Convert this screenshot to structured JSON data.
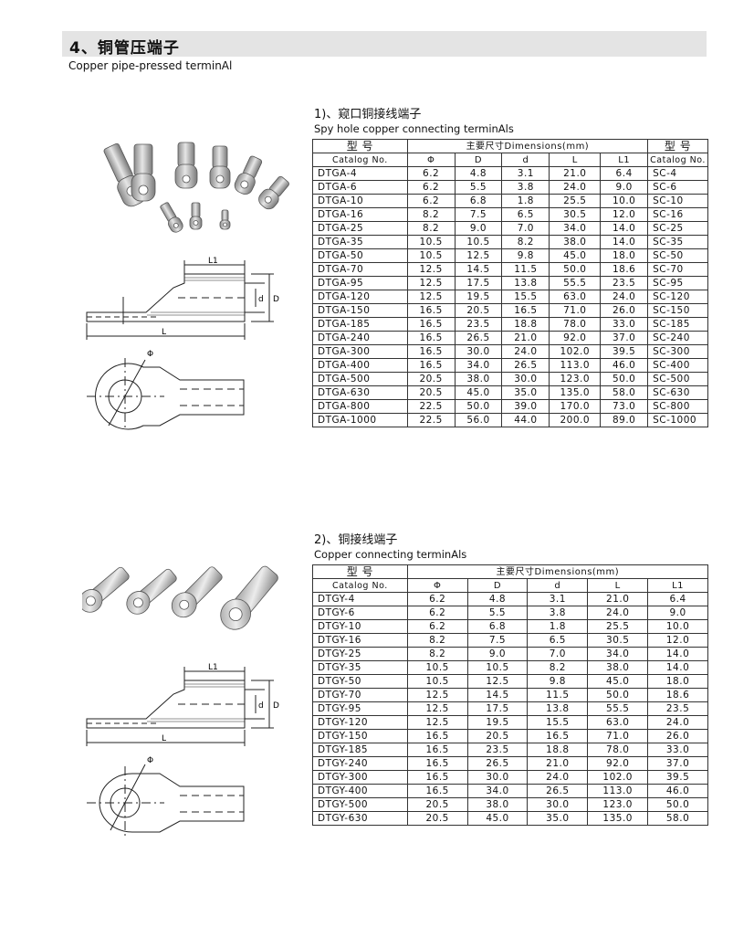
{
  "page": {
    "title": "4、铜管压端子",
    "subtitle": "Copper pipe-pressed terminAl"
  },
  "section1": {
    "title": "1)、窥口铜接线端子",
    "subtitle": "Spy hole copper connecting terminAls",
    "model_label": "型 号",
    "catalog_label": "Catalog No.",
    "dims_label": "主要尺寸Dimensions(mm)",
    "col_phi": "Φ",
    "col_D": "D",
    "col_d": "d",
    "col_L": "L",
    "col_L1": "L1",
    "rows": [
      [
        "DTGA-4",
        "6.2",
        "4.8",
        "3.1",
        "21.0",
        "6.4",
        "SC-4"
      ],
      [
        "DTGA-6",
        "6.2",
        "5.5",
        "3.8",
        "24.0",
        "9.0",
        "SC-6"
      ],
      [
        "DTGA-10",
        "6.2",
        "6.8",
        "1.8",
        "25.5",
        "10.0",
        "SC-10"
      ],
      [
        "DTGA-16",
        "8.2",
        "7.5",
        "6.5",
        "30.5",
        "12.0",
        "SC-16"
      ],
      [
        "DTGA-25",
        "8.2",
        "9.0",
        "7.0",
        "34.0",
        "14.0",
        "SC-25"
      ],
      [
        "DTGA-35",
        "10.5",
        "10.5",
        "8.2",
        "38.0",
        "14.0",
        "SC-35"
      ],
      [
        "DTGA-50",
        "10.5",
        "12.5",
        "9.8",
        "45.0",
        "18.0",
        "SC-50"
      ],
      [
        "DTGA-70",
        "12.5",
        "14.5",
        "11.5",
        "50.0",
        "18.6",
        "SC-70"
      ],
      [
        "DTGA-95",
        "12.5",
        "17.5",
        "13.8",
        "55.5",
        "23.5",
        "SC-95"
      ],
      [
        "DTGA-120",
        "12.5",
        "19.5",
        "15.5",
        "63.0",
        "24.0",
        "SC-120"
      ],
      [
        "DTGA-150",
        "16.5",
        "20.5",
        "16.5",
        "71.0",
        "26.0",
        "SC-150"
      ],
      [
        "DTGA-185",
        "16.5",
        "23.5",
        "18.8",
        "78.0",
        "33.0",
        "SC-185"
      ],
      [
        "DTGA-240",
        "16.5",
        "26.5",
        "21.0",
        "92.0",
        "37.0",
        "SC-240"
      ],
      [
        "DTGA-300",
        "16.5",
        "30.0",
        "24.0",
        "102.0",
        "39.5",
        "SC-300"
      ],
      [
        "DTGA-400",
        "16.5",
        "34.0",
        "26.5",
        "113.0",
        "46.0",
        "SC-400"
      ],
      [
        "DTGA-500",
        "20.5",
        "38.0",
        "30.0",
        "123.0",
        "50.0",
        "SC-500"
      ],
      [
        "DTGA-630",
        "20.5",
        "45.0",
        "35.0",
        "135.0",
        "58.0",
        "SC-630"
      ],
      [
        "DTGA-800",
        "22.5",
        "50.0",
        "39.0",
        "170.0",
        "73.0",
        "SC-800"
      ],
      [
        "DTGA-1000",
        "22.5",
        "56.0",
        "44.0",
        "200.0",
        "89.0",
        "SC-1000"
      ]
    ]
  },
  "section2": {
    "title": "2)、铜接线端子",
    "subtitle": "Copper connecting terminAls",
    "model_label": "型 号",
    "catalog_label": "Catalog No.",
    "dims_label": "主要尺寸Dimensions(mm)",
    "col_phi": "Φ",
    "col_D": "D",
    "col_d": "d",
    "col_L": "L",
    "col_L1": "L1",
    "rows": [
      [
        "DTGY-4",
        "6.2",
        "4.8",
        "3.1",
        "21.0",
        "6.4"
      ],
      [
        "DTGY-6",
        "6.2",
        "5.5",
        "3.8",
        "24.0",
        "9.0"
      ],
      [
        "DTGY-10",
        "6.2",
        "6.8",
        "1.8",
        "25.5",
        "10.0"
      ],
      [
        "DTGY-16",
        "8.2",
        "7.5",
        "6.5",
        "30.5",
        "12.0"
      ],
      [
        "DTGY-25",
        "8.2",
        "9.0",
        "7.0",
        "34.0",
        "14.0"
      ],
      [
        "DTGY-35",
        "10.5",
        "10.5",
        "8.2",
        "38.0",
        "14.0"
      ],
      [
        "DTGY-50",
        "10.5",
        "12.5",
        "9.8",
        "45.0",
        "18.0"
      ],
      [
        "DTGY-70",
        "12.5",
        "14.5",
        "11.5",
        "50.0",
        "18.6"
      ],
      [
        "DTGY-95",
        "12.5",
        "17.5",
        "13.8",
        "55.5",
        "23.5"
      ],
      [
        "DTGY-120",
        "12.5",
        "19.5",
        "15.5",
        "63.0",
        "24.0"
      ],
      [
        "DTGY-150",
        "16.5",
        "20.5",
        "16.5",
        "71.0",
        "26.0"
      ],
      [
        "DTGY-185",
        "16.5",
        "23.5",
        "18.8",
        "78.0",
        "33.0"
      ],
      [
        "DTGY-240",
        "16.5",
        "26.5",
        "21.0",
        "92.0",
        "37.0"
      ],
      [
        "DTGY-300",
        "16.5",
        "30.0",
        "24.0",
        "102.0",
        "39.5"
      ],
      [
        "DTGY-400",
        "16.5",
        "34.0",
        "26.5",
        "113.0",
        "46.0"
      ],
      [
        "DTGY-500",
        "20.5",
        "38.0",
        "30.0",
        "123.0",
        "50.0"
      ],
      [
        "DTGY-630",
        "20.5",
        "45.0",
        "35.0",
        "135.0",
        "58.0"
      ]
    ]
  },
  "drawing_labels": {
    "L1": "L1",
    "L": "L",
    "d": "d",
    "D": "D",
    "phi": "Φ"
  }
}
